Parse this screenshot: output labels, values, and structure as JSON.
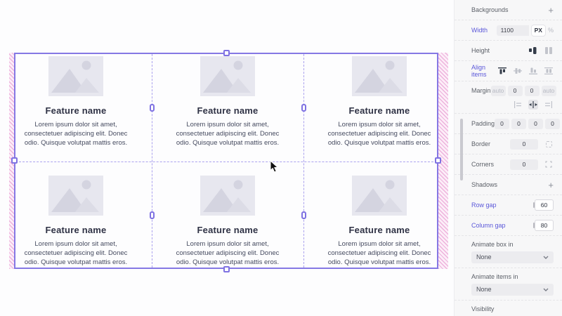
{
  "canvas": {
    "cards": [
      {
        "title": "Feature name",
        "body": "Lorem ipsum dolor sit amet, consectetuer adipiscing elit. Donec odio. Quisque volutpat mattis eros."
      },
      {
        "title": "Feature name",
        "body": "Lorem ipsum dolor sit amet, consectetuer adipiscing elit. Donec odio. Quisque volutpat mattis eros."
      },
      {
        "title": "Feature name",
        "body": "Lorem ipsum dolor sit amet, consectetuer adipiscing elit. Donec odio. Quisque volutpat mattis eros."
      },
      {
        "title": "Feature name",
        "body": "Lorem ipsum dolor sit amet, consectetuer adipiscing elit. Donec odio. Quisque volutpat mattis eros."
      },
      {
        "title": "Feature name",
        "body": "Lorem ipsum dolor sit amet, consectetuer adipiscing elit. Donec odio. Quisque volutpat mattis eros."
      },
      {
        "title": "Feature name",
        "body": "Lorem ipsum dolor sit amet, consectetuer adipiscing elit. Donec odio. Quisque volutpat mattis eros."
      }
    ]
  },
  "sidebar": {
    "backgrounds": {
      "label": "Backgrounds"
    },
    "width": {
      "label": "Width",
      "value": "1100",
      "unit_px": "PX",
      "unit_percent": "%"
    },
    "height": {
      "label": "Height"
    },
    "align_items": {
      "label": "Align items"
    },
    "margin": {
      "label": "Margin",
      "values": [
        "auto",
        "0",
        "0",
        "auto"
      ]
    },
    "padding": {
      "label": "Padding",
      "values": [
        "0",
        "0",
        "0",
        "0"
      ]
    },
    "border": {
      "label": "Border",
      "value": "0"
    },
    "corners": {
      "label": "Corners",
      "value": "0"
    },
    "shadows": {
      "label": "Shadows"
    },
    "row_gap": {
      "label": "Row gap",
      "value": "60"
    },
    "column_gap": {
      "label": "Column gap",
      "value": "80"
    },
    "animate_box": {
      "label": "Animate box in",
      "value": "None"
    },
    "animate_items": {
      "label": "Animate items in",
      "value": "None"
    },
    "visibility": {
      "label": "Visibility"
    }
  },
  "colors": {
    "selection": "#8578e4",
    "gap_dash": "#aaa1ee",
    "margin_hatch_pink": "#e280c6",
    "modified_label": "#5a57d9",
    "sidebar_bg": "#f7f7f8",
    "placeholder_bg": "#e7e7ef",
    "placeholder_glyph": "#d4d4e0"
  }
}
